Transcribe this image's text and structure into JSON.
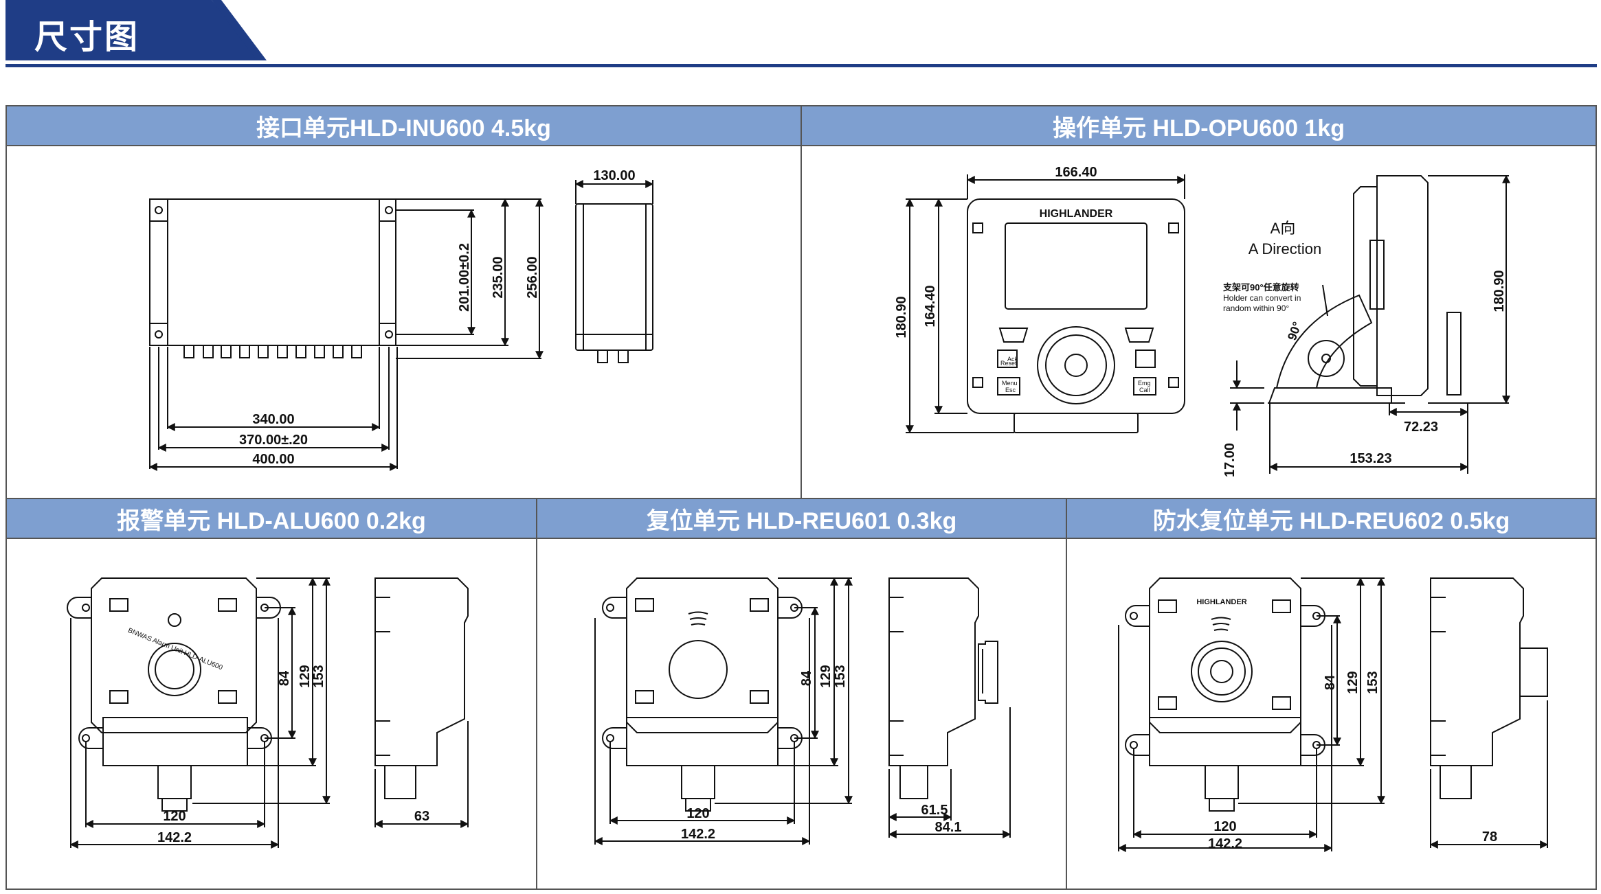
{
  "header": {
    "title": "尺寸图"
  },
  "panels": {
    "inu": {
      "title": "接口单元HLD-INU600 4.5kg",
      "dims": {
        "w340": "340.00",
        "w370": "370.00±.20",
        "w400": "400.00",
        "d130": "130.00",
        "h201": "201.00±0.2",
        "h235": "235.00",
        "h256": "256.00"
      }
    },
    "opu": {
      "title": "操作单元 HLD-OPU600 1kg",
      "dims": {
        "w166": "166.40",
        "h180": "180.90",
        "h164": "164.40",
        "side_h": "180.90",
        "d72": "72.23",
        "d153": "153.23",
        "d17": "17.00"
      },
      "brand": "HIGHLANDER",
      "dir_cn": "A向",
      "dir_en": "A Direction",
      "holder_cn": "支架可90°任意旋转",
      "holder_en1": "Holder can convert in",
      "holder_en2": "random within 90°",
      "angle": "90°",
      "btn_ack": "Ack",
      "btn_reset": "Reset",
      "btn_menu": "Menu",
      "btn_esc": "Esc",
      "btn_emg": "Emg",
      "btn_call": "Call"
    },
    "alu": {
      "title": "报警单元 HLD-ALU600 0.2kg",
      "dims": {
        "w120": "120",
        "w142": "142.2",
        "h84": "84",
        "h129": "129",
        "h153": "153",
        "d63": "63"
      },
      "label": "BNWAS Alarm Unit HLD-ALU600"
    },
    "reu601": {
      "title": "复位单元 HLD-REU601 0.3kg",
      "dims": {
        "w120": "120",
        "w142": "142.2",
        "h84": "84",
        "h129": "129",
        "h153": "153",
        "d61": "61.5",
        "d84": "84.1"
      }
    },
    "reu602": {
      "title": "防水复位单元 HLD-REU602 0.5kg",
      "dims": {
        "w120": "120",
        "w142": "142.2",
        "h84": "84",
        "h129": "129",
        "h153": "153",
        "d78": "78"
      },
      "brand": "HIGHLANDER"
    }
  }
}
